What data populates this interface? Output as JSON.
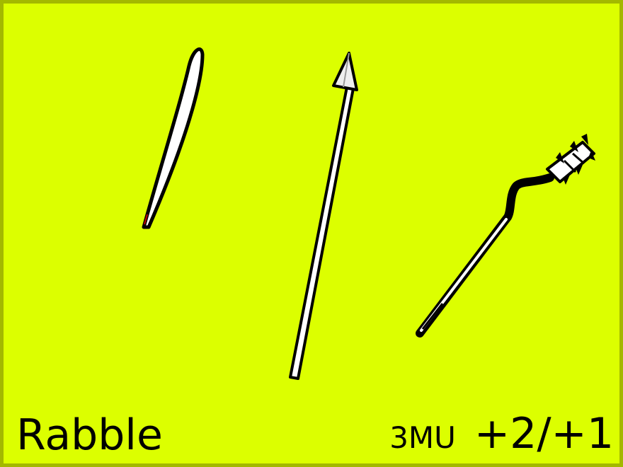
{
  "card": {
    "name": "Rabble",
    "cost": "3MU",
    "modifier": "+2/+1",
    "background_color": "#dcff00",
    "border_color": "#a3b800"
  },
  "artwork": {
    "items": [
      "knife-icon",
      "spear-icon",
      "spiked-club-icon"
    ]
  }
}
